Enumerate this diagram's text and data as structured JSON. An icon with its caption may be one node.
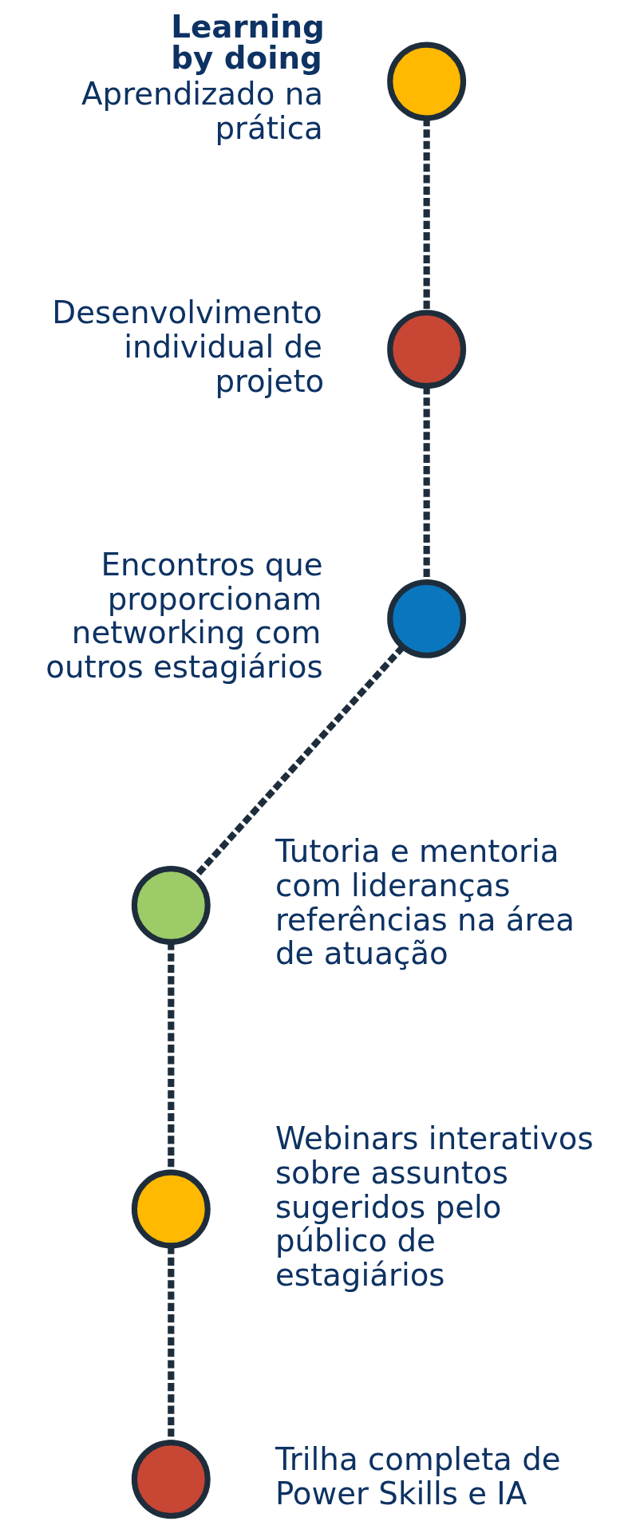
{
  "diagram": {
    "nodes": [
      {
        "text": [],
        "shape": "circle",
        "beside": [
          "Learning by doing",
          "Aprendizado na prática"
        ]
      },
      {
        "text": [],
        "shape": "circle",
        "beside": [
          "Desenvolvimento individual de projeto"
        ]
      },
      {
        "text": [],
        "shape": "circle",
        "beside": [
          "Encontros que proporcionam networking com outros estagiários"
        ]
      },
      {
        "text": [],
        "shape": "circle",
        "beside": [
          "Tutoria e mentoria com lideranças referências na área de atuação"
        ]
      },
      {
        "text": [],
        "shape": "circle",
        "beside": [
          "Webinars interativos sobre assuntos sugeridos pelo público de estagiários"
        ]
      },
      {
        "text": [],
        "shape": "circle",
        "beside": [
          "Trilha completa de Power Skills e IA"
        ]
      }
    ],
    "edges": [
      {
        "from": 0,
        "to": 1,
        "arrow": "none",
        "style": "dashed"
      },
      {
        "from": 1,
        "to": 2,
        "arrow": "none",
        "style": "dashed"
      },
      {
        "from": 2,
        "to": 3,
        "arrow": "none",
        "style": "dashed"
      },
      {
        "from": 3,
        "to": 4,
        "arrow": "none",
        "style": "dashed"
      },
      {
        "from": 4,
        "to": 5,
        "arrow": "none",
        "style": "dashed"
      }
    ]
  }
}
